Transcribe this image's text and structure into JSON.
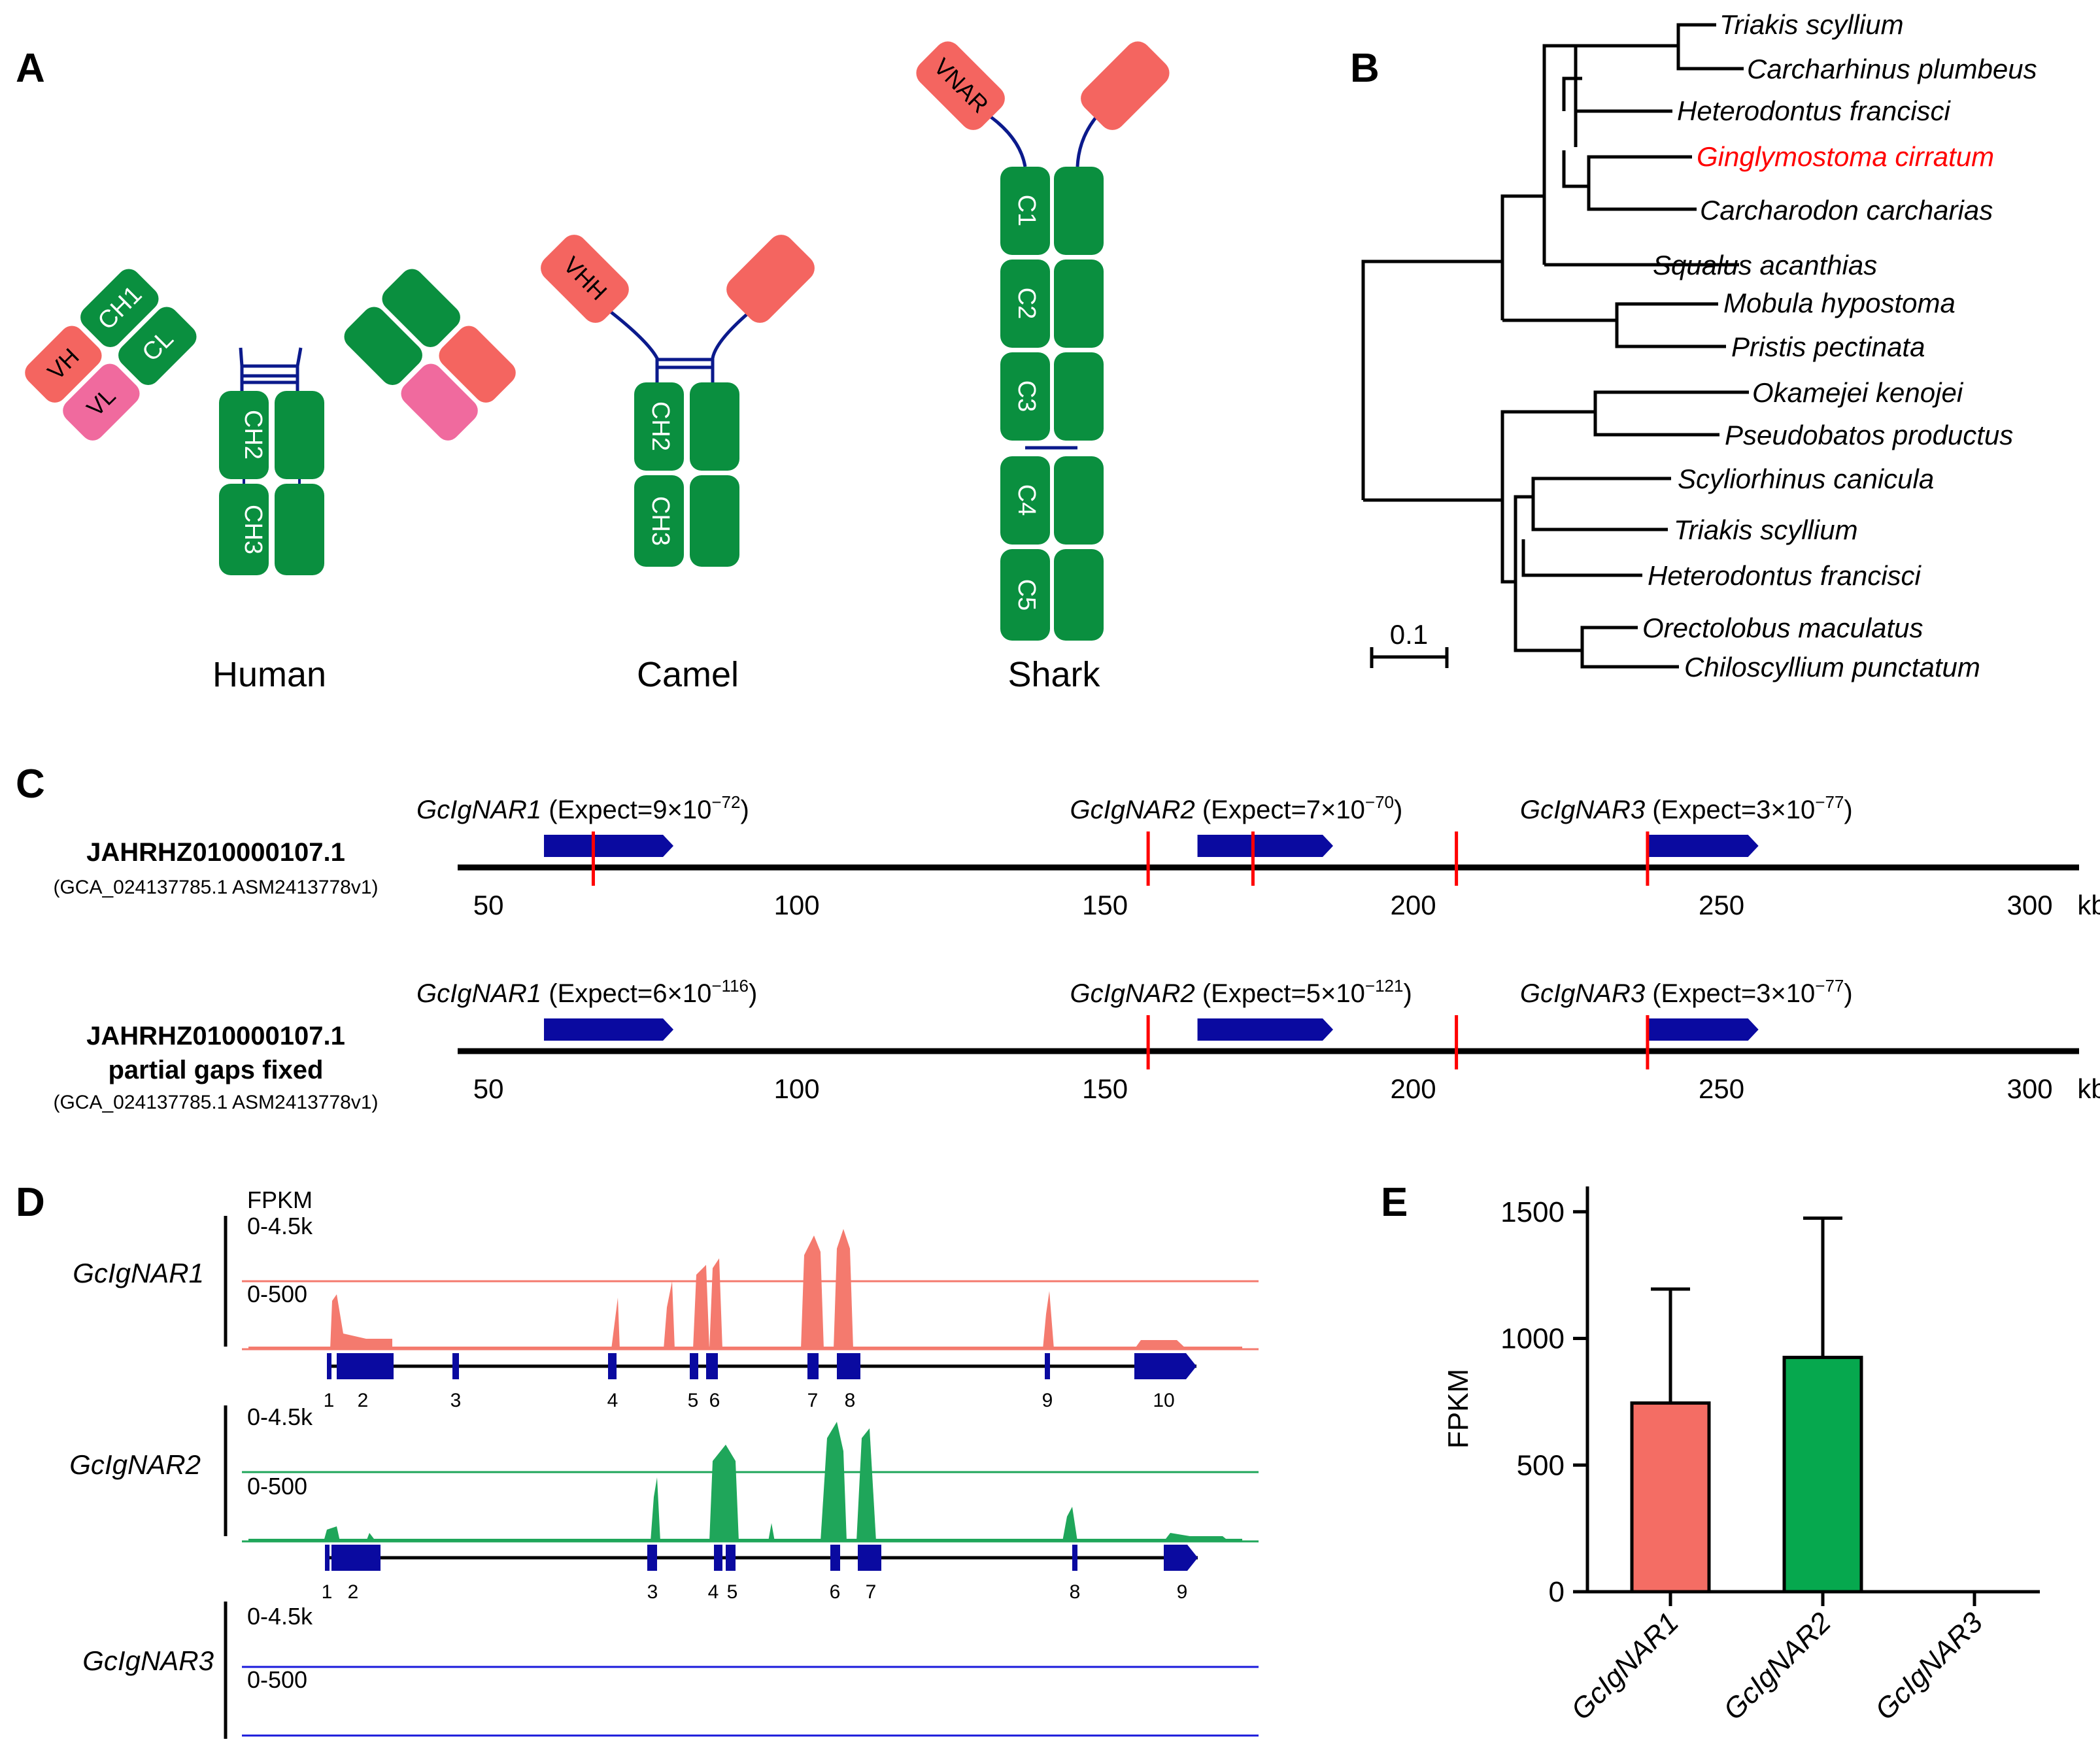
{
  "panels": {
    "a": "A",
    "b": "B",
    "c": "C",
    "d": "D",
    "e": "E"
  },
  "panel_a": {
    "species": [
      "Human",
      "Camel",
      "Shark"
    ],
    "human_domains": [
      "VH",
      "VL",
      "CH1",
      "CL",
      "CH2",
      "CH3"
    ],
    "camel_domains": [
      "VHH",
      "CH2",
      "CH3"
    ],
    "shark_domains": [
      "VNAR",
      "C1",
      "C2",
      "C3",
      "C4",
      "C5"
    ],
    "colors": {
      "constant": "#0a8f3f",
      "variable_heavy": "#f46560",
      "variable_light": "#f06a9e",
      "linker": "#0b1a8c"
    }
  },
  "panel_b": {
    "leaves": [
      "Triakis scyllium",
      "Carcharhinus plumbeus",
      "Heterodontus francisci",
      "Ginglymostoma cirratum",
      "Carcharodon carcharias",
      "Squalus acanthias",
      "Mobula hypostoma",
      "Pristis pectinata",
      "Okamejei kenojei",
      "Pseudobatos productus",
      "Scyliorhinus canicula",
      "Triakis scyllium",
      "Heterodontus francisci",
      "Orectolobus maculatus",
      "Chiloscyllium punctatum"
    ],
    "highlight_index": 3,
    "highlight_color": "#ff0000",
    "scale_label": "0.1"
  },
  "panel_c": {
    "tracks": [
      {
        "title": "JAHRHZ010000107.1",
        "title2": "",
        "subtitle": "(GCA_024137785.1 ASM2413778v1)",
        "genes": [
          {
            "name": "GcIgNAR1",
            "expect_label": " (Expect=9×10",
            "exp": "−72",
            "close": ")",
            "start_kb": 59,
            "end_kb": 80
          },
          {
            "name": "GcIgNAR2",
            "expect_label": " (Expect=7×10",
            "exp": "−70",
            "close": ")",
            "start_kb": 165,
            "end_kb": 187
          },
          {
            "name": "GcIgNAR3",
            "expect_label": " (Expect=3×10",
            "exp": "−77",
            "close": ")",
            "start_kb": 238,
            "end_kb": 256
          }
        ],
        "gaps_kb": [
          67,
          157,
          174,
          207,
          238
        ]
      },
      {
        "title": "JAHRHZ010000107.1",
        "title2": "partial gaps fixed",
        "subtitle": "(GCA_024137785.1 ASM2413778v1)",
        "genes": [
          {
            "name": "GcIgNAR1",
            "expect_label": " (Expect=6×10",
            "exp": "−116",
            "close": ")",
            "start_kb": 59,
            "end_kb": 80
          },
          {
            "name": "GcIgNAR2",
            "expect_label": " (Expect=5×10",
            "exp": "−121",
            "close": ")",
            "start_kb": 165,
            "end_kb": 187
          },
          {
            "name": "GcIgNAR3",
            "expect_label": " (Expect=3×10",
            "exp": "−77",
            "close": ")",
            "start_kb": 238,
            "end_kb": 256
          }
        ],
        "gaps_kb": [
          157,
          207,
          238
        ]
      }
    ],
    "ticks": [
      "50",
      "100",
      "150",
      "200",
      "250",
      "300"
    ],
    "tick_values_kb": [
      50,
      100,
      150,
      200,
      250,
      300
    ],
    "unit": "kb",
    "axis_range_kb": [
      45,
      308
    ],
    "gene_color": "#0a0aa0",
    "gap_color": "#ff0000"
  },
  "panel_d": {
    "unit": "FPKM",
    "range_high": "0-4.5k",
    "range_low": "0-500",
    "tracks": [
      {
        "name": "GcIgNAR1",
        "color": "#f47a6e",
        "exons": [
          "1",
          "2",
          "3",
          "4",
          "5",
          "6",
          "7",
          "8",
          "9",
          "10"
        ]
      },
      {
        "name": "GcIgNAR2",
        "color": "#1fa65a",
        "exons": [
          "1",
          "2",
          "3",
          "4",
          "5",
          "6",
          "7",
          "8",
          "9"
        ]
      },
      {
        "name": "GcIgNAR3",
        "color": "#1a1adb",
        "exons": []
      }
    ]
  },
  "chart_data": {
    "type": "bar",
    "categories": [
      "GcIgNAR1",
      "GcIgNAR2",
      "GcIgNAR3"
    ],
    "values": [
      745,
      925,
      0
    ],
    "error_upper": [
      1195,
      1475,
      0
    ],
    "colors": [
      "#f46d64",
      "#06a84e",
      "#ffffff"
    ],
    "title": "",
    "xlabel": "",
    "ylabel": "FPKM",
    "ylim": [
      0,
      1600
    ],
    "yticks": [
      "0",
      "500",
      "1000",
      "1500"
    ],
    "ytick_values": [
      0,
      500,
      1000,
      1500
    ]
  }
}
